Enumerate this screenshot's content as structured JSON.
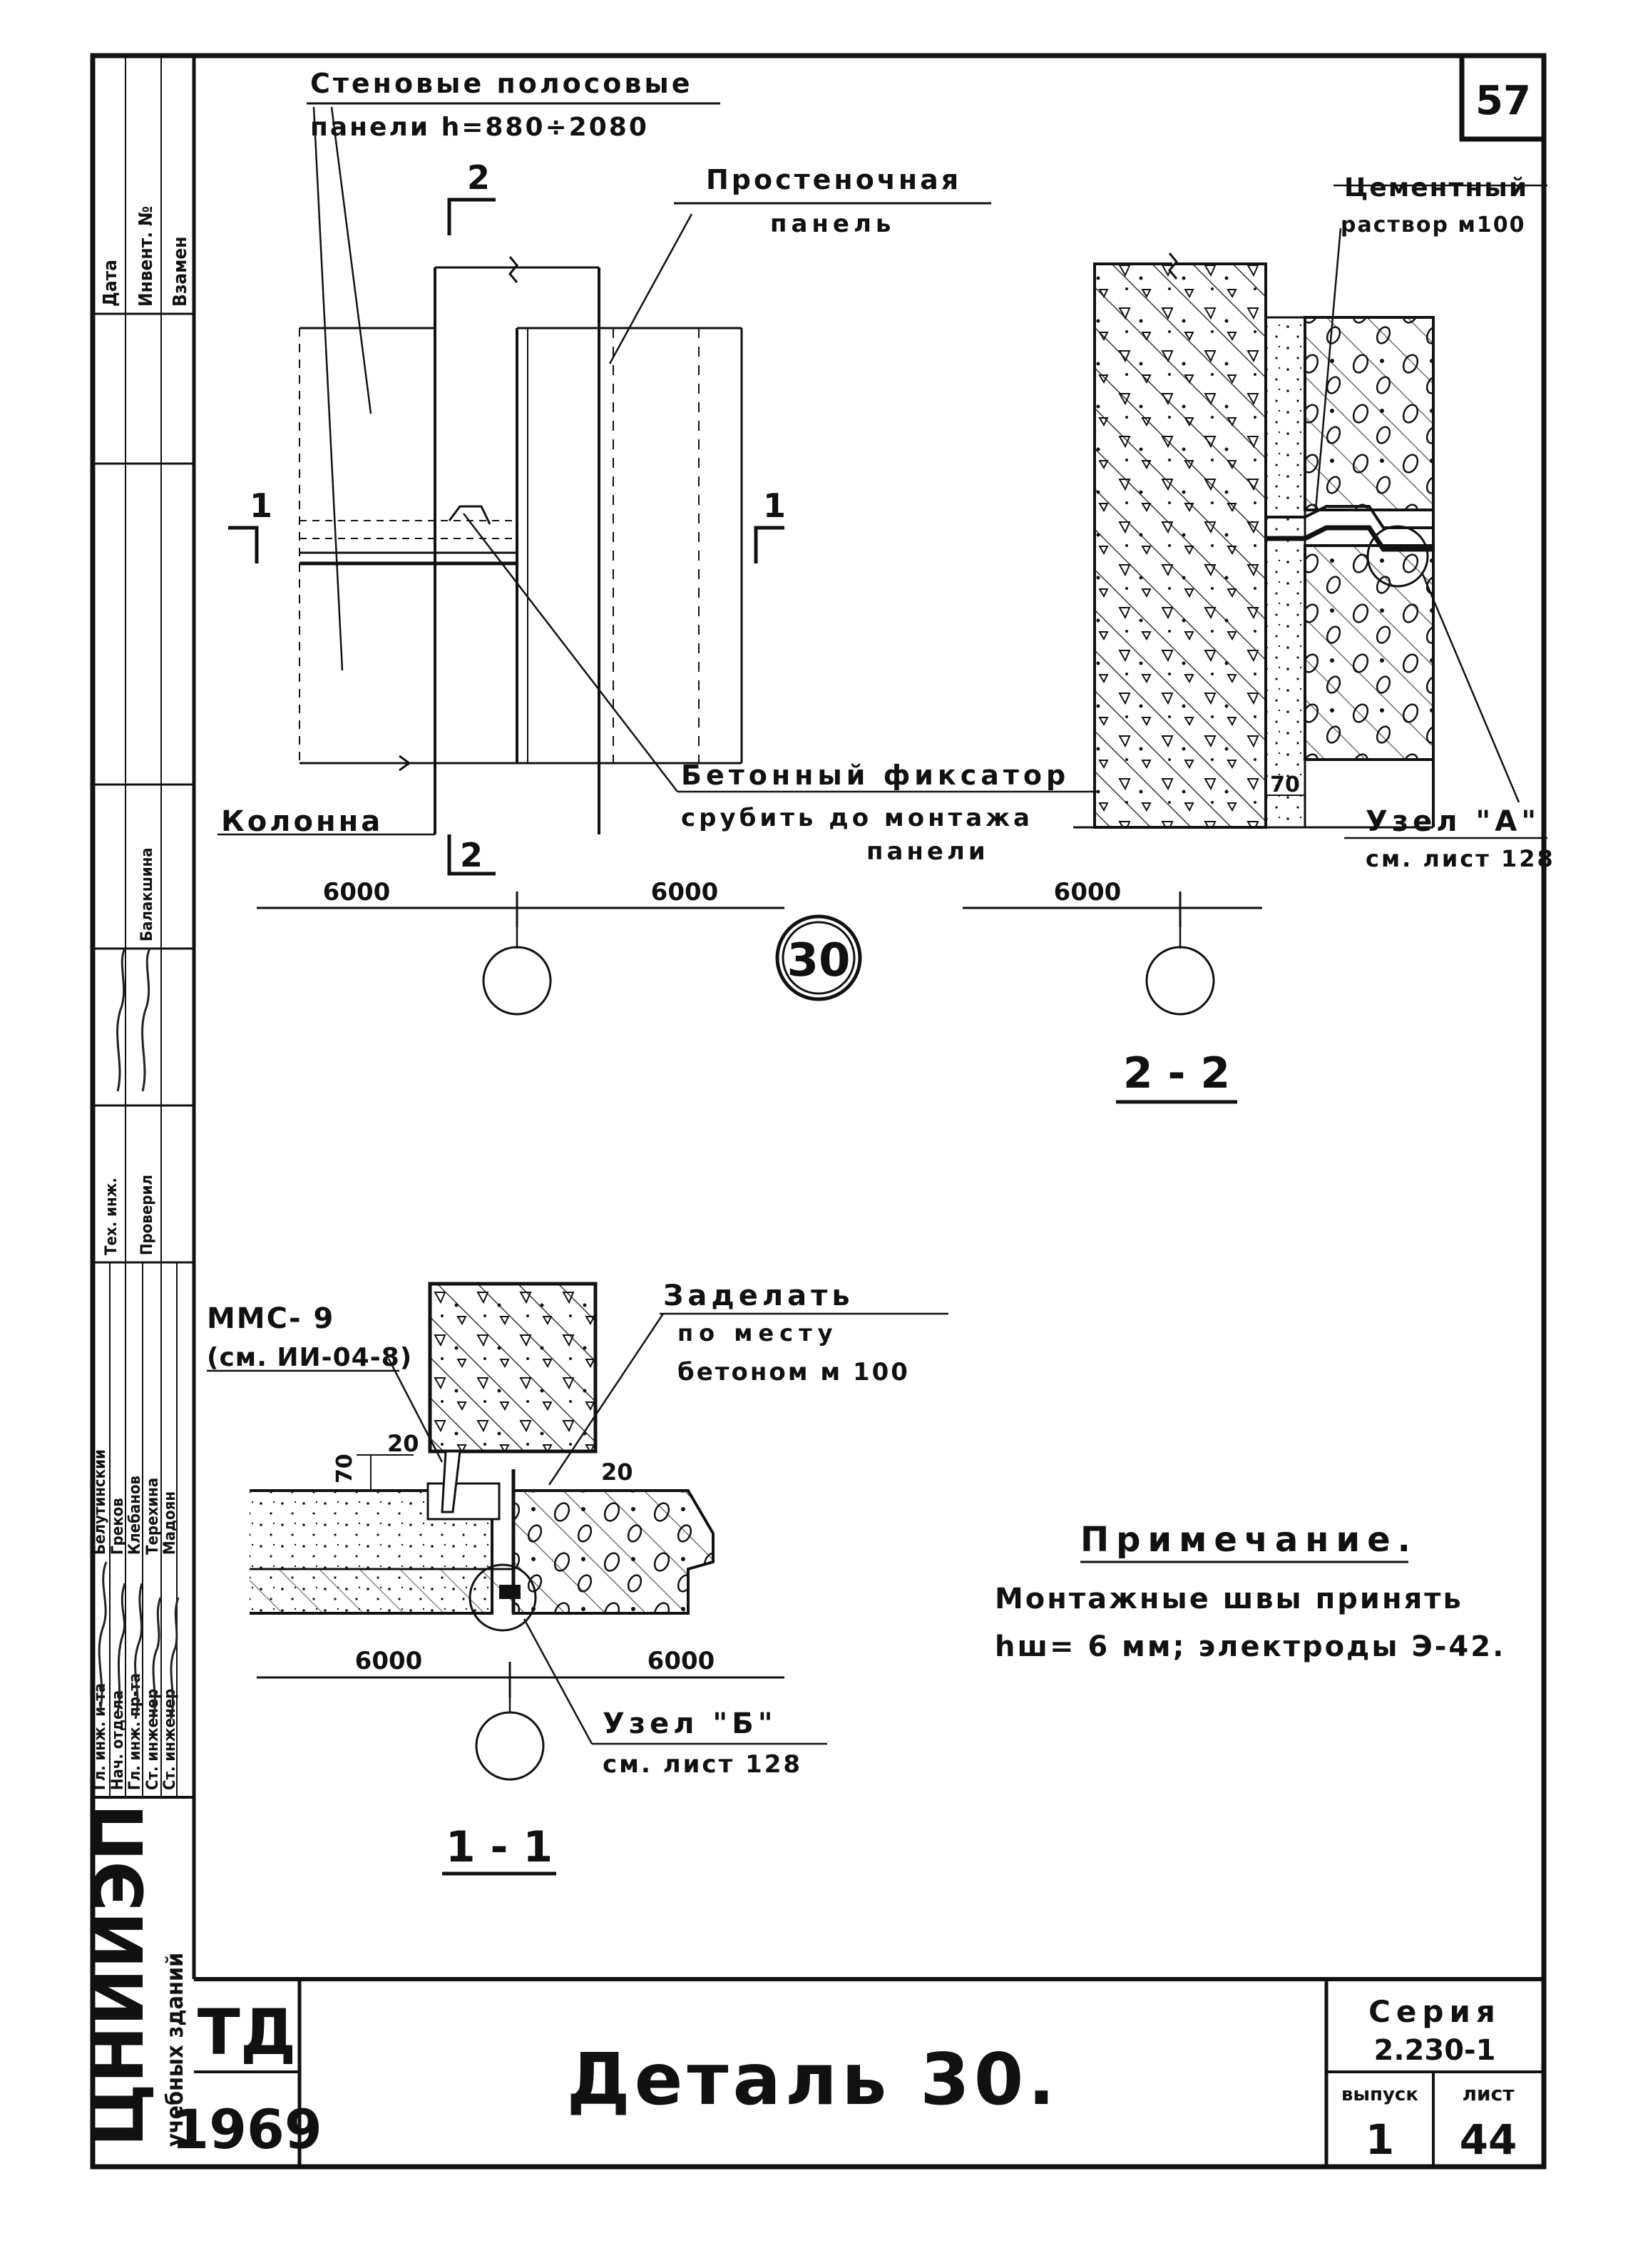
{
  "sheet_number": "57",
  "labels": {
    "wall_panels_l1": "Стеновые полосовые",
    "wall_panels_l2": "панели h=880÷2080",
    "pier_panel_l1": "Простеночная",
    "pier_panel_l2": "панель",
    "cement_l1": "Цементный",
    "cement_l2": "раствор м100",
    "column": "Колонна",
    "fixator_l1": "Бетонный фиксатор",
    "fixator_l2": "срубить до монтажа",
    "fixator_l3": "панели",
    "node_a_l1": "Узел \"А\"",
    "node_a_l2": "см. лист 128",
    "node_b_l1": "Узел \"Б\"",
    "node_b_l2": "см. лист 128",
    "fill_l1": "Заделать",
    "fill_l2": "по месту",
    "fill_l3": "бетоном м 100",
    "mms_l1": "ММС- 9",
    "mms_l2": "(см. ИИ-04-8)"
  },
  "section_marks": {
    "two": "2",
    "one": "1"
  },
  "dims": {
    "plan_left": "6000",
    "plan_right": "6000",
    "sec22": "6000",
    "sec22_gap": "70",
    "sec11_left": "6000",
    "sec11_right": "6000",
    "sec11_70": "70",
    "sec11_20a": "20",
    "sec11_20b": "20"
  },
  "detail_number": "30",
  "section_titles": {
    "s22": "2 - 2",
    "s11": "1 - 1"
  },
  "note": {
    "title": "Примечание.",
    "line1": "Монтажные швы принять",
    "line2": "hш= 6 мм; электроды Э-42."
  },
  "title_block": {
    "td": "ТД",
    "year": "1969",
    "title": "Деталь 30.",
    "series_label": "Серия",
    "series_value": "2.230-1",
    "issue_label": "выпуск",
    "issue_value": "1",
    "sheet_label": "лист",
    "sheet_value": "44"
  },
  "side_block": {
    "org": "ЦНИИЭП",
    "org_sub": "учебных зданий",
    "top_cols": [
      "Дата",
      "Инвент. №",
      "Взамен"
    ],
    "roles": [
      "Гл. инж. и-та",
      "Нач. отдела",
      "Гл. инж. пр-та",
      "Ст. инженер",
      "Ст. инженер"
    ],
    "names": [
      "Белутинский",
      "Греков",
      "Клебанов",
      "Терехина",
      "Мадоян"
    ],
    "tech_label": "Тех. инж.",
    "tech_checked": "Проверил",
    "tech_name": "Балакшина"
  }
}
